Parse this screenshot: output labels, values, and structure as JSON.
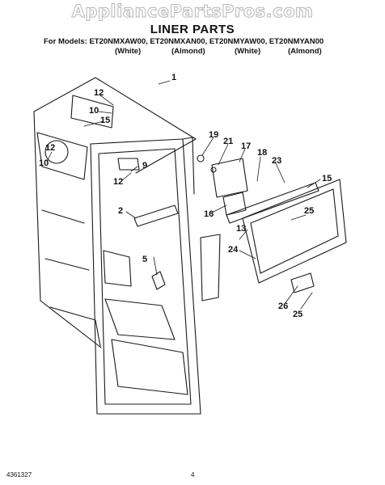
{
  "watermark": "AppliancePartsPros.com",
  "title": "LINER PARTS",
  "models_line": "For Models: ET20NMXAW00, ET20NMXAN00, ET20NMYAW00, ET20NMYAN00",
  "variants": [
    "(White)",
    "(Almond)",
    "(White)",
    "(Almond)"
  ],
  "callouts": [
    "1",
    "12",
    "10",
    "15",
    "10",
    "12",
    "9",
    "12",
    "19",
    "21",
    "17",
    "18",
    "23",
    "15",
    "2",
    "16",
    "25",
    "13",
    "24",
    "5",
    "26",
    "25"
  ],
  "footer": {
    "left": "4361327",
    "center": "4"
  }
}
